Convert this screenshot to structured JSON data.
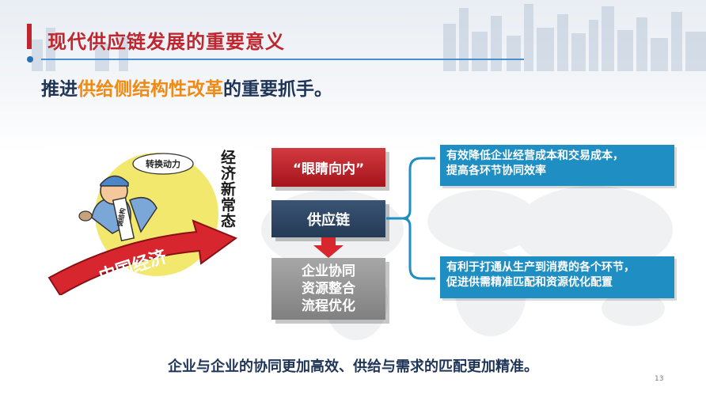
{
  "slide": {
    "title": "现代供应链发展的重要意义",
    "subtitle": {
      "prefix": "推进",
      "highlight": "供给侧结构性改革",
      "suffix": "的重要抓手。"
    },
    "illustration": {
      "speech_bubble": "转换动力",
      "tool_label": "调结构",
      "arrow_label": "中国经济",
      "vertical_text": "经济新常态"
    },
    "flow": {
      "box_top": "“眼睛向内”",
      "box_middle": "供应链",
      "box_bottom_lines": [
        "企业协同",
        "资源整合",
        "流程优化"
      ]
    },
    "callouts": [
      {
        "line1": "有效降低企业经营成本和交易成本，",
        "line2": "提高各环节协同效率"
      },
      {
        "line1": "有利于打通从生产到消费的各个环节，",
        "line2": "促进供需精准匹配和资源优化配置"
      }
    ],
    "bottom_text": "企业与企业的协同更加高效、供给与需求的匹配更加精准。",
    "page_number": "13",
    "colors": {
      "title": "#c0262d",
      "highlight": "#f08a12",
      "callout": "#1f8ec2",
      "box_red": "#b8222a",
      "box_dark": "#2e4766",
      "box_gray": "#959595"
    }
  }
}
